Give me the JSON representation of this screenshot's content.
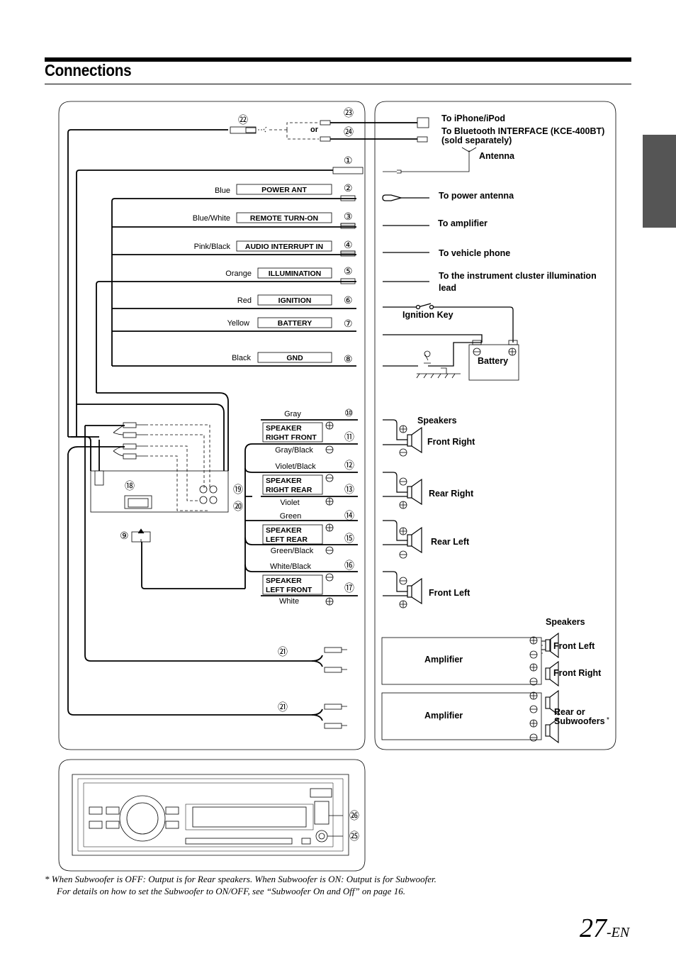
{
  "header": {
    "title": "Connections"
  },
  "left_unit": {
    "numbers": [
      "㉒",
      "㉓",
      "㉔",
      "①",
      "②",
      "③",
      "④",
      "⑤",
      "⑥",
      "⑦",
      "⑧",
      "⑨",
      "⑩",
      "⑪",
      "⑫",
      "⑬",
      "⑭",
      "⑮",
      "⑯",
      "⑰",
      "⑱",
      "⑲",
      "⑳",
      "㉑",
      "㉑"
    ],
    "or_label": "or",
    "wires": [
      {
        "color": "Blue",
        "label": "POWER ANT"
      },
      {
        "color": "Blue/White",
        "label": "REMOTE TURN-ON"
      },
      {
        "color": "Pink/Black",
        "label": "AUDIO INTERRUPT IN"
      },
      {
        "color": "Orange",
        "label": "ILLUMINATION"
      },
      {
        "color": "Red",
        "label": "IGNITION"
      },
      {
        "color": "Yellow",
        "label": "BATTERY"
      },
      {
        "color": "Black",
        "label": "GND"
      }
    ],
    "speaker_groups": [
      {
        "top_color": "Gray",
        "bottom_color": "Gray/Black",
        "line1": "SPEAKER",
        "line2": "RIGHT FRONT"
      },
      {
        "top_color": "Violet/Black",
        "bottom_color": "Violet",
        "line1": "SPEAKER",
        "line2": "RIGHT REAR"
      },
      {
        "top_color": "Green",
        "bottom_color": "Green/Black",
        "line1": "SPEAKER",
        "line2": "LEFT REAR"
      },
      {
        "top_color": "White/Black",
        "bottom_color": "White",
        "line1": "SPEAKER",
        "line2": "LEFT FRONT"
      }
    ]
  },
  "right_panel": {
    "iphone": "To iPhone/iPod",
    "bluetooth_1": "To Bluetooth INTERFACE (KCE-400BT)",
    "bluetooth_2": "(sold separately)",
    "antenna": "Antenna",
    "power_antenna": "To power antenna",
    "amplifier": "To amplifier",
    "vehicle_phone": "To vehicle phone",
    "instrument_1": "To the instrument cluster illumination",
    "instrument_2": "lead",
    "ignition_key": "Ignition Key",
    "battery": "Battery",
    "speakers": "Speakers",
    "front_right": "Front Right",
    "rear_right": "Rear Right",
    "rear_left": "Rear Left",
    "front_left": "Front Left",
    "speakers_2": "Speakers",
    "amp_1": "Amplifier",
    "amp_2": "Amplifier",
    "amp_front_left": "Front Left",
    "amp_front_right": "Front Right",
    "rear_or": "Rear or",
    "subwoofers": "Subwoofers",
    "asterisk": "*"
  },
  "bottom_unit": {
    "numbers": [
      "㉖",
      "㉕"
    ]
  },
  "footnote": {
    "line1": "*   When Subwoofer is OFF: Output is for Rear speakers. When Subwoofer is ON: Output is for Subwoofer.",
    "line2": "For details on how to set the Subwoofer to ON/OFF, see “Subwoofer On and Off” on page 16."
  },
  "page_number": {
    "num": "27",
    "suffix": "-EN"
  }
}
